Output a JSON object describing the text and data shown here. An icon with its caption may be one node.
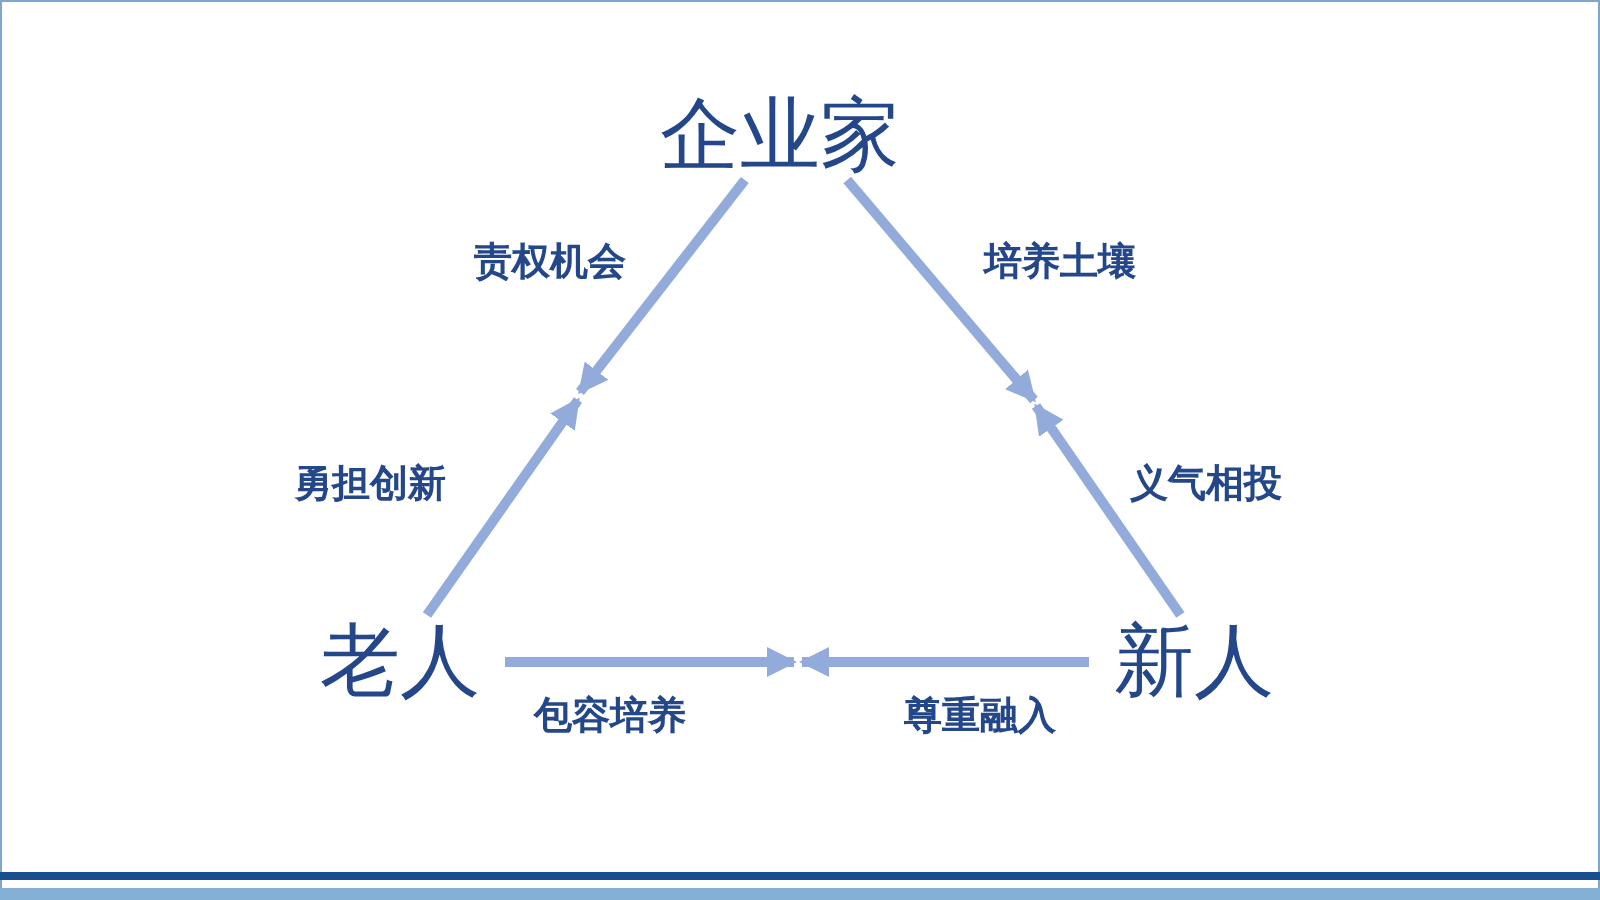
{
  "diagram": {
    "nodes": [
      {
        "text": [
          "企业家"
        ]
      },
      {
        "text": [
          "老人"
        ]
      },
      {
        "text": [
          "新人"
        ]
      }
    ],
    "edges": [
      {
        "from": 0,
        "to": null,
        "arrow": "to",
        "label": "责权机会"
      },
      {
        "from": 1,
        "to": null,
        "arrow": "to",
        "label": "勇担创新"
      },
      {
        "from": 0,
        "to": null,
        "arrow": "to",
        "label": "培养土壤"
      },
      {
        "from": 2,
        "to": null,
        "arrow": "to",
        "label": "义气相投"
      },
      {
        "from": 1,
        "to": null,
        "arrow": "to",
        "label": "包容培养"
      },
      {
        "from": 2,
        "to": null,
        "arrow": "to",
        "label": "尊重融入"
      }
    ]
  }
}
